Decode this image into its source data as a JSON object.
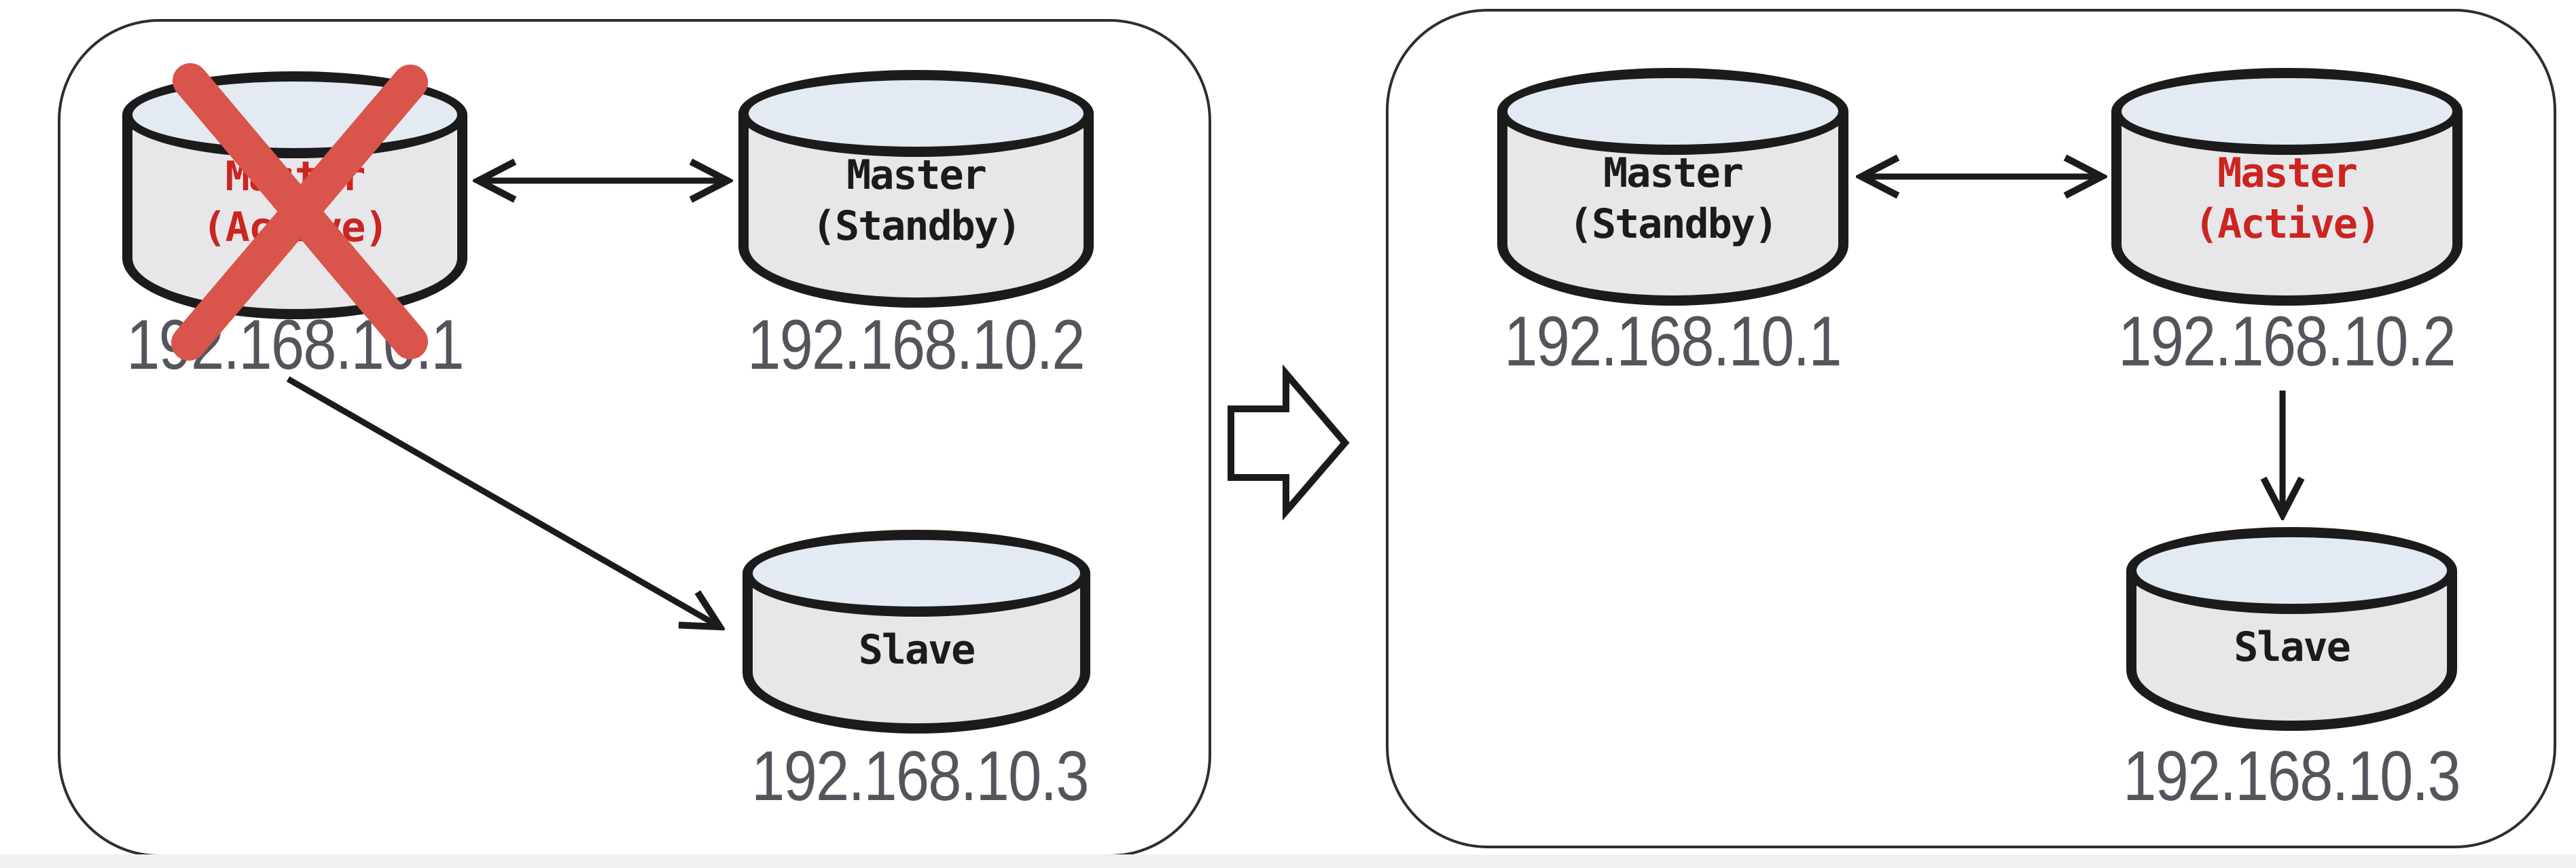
{
  "diagram": {
    "description_visible_text_only": "",
    "before": {
      "nodes": [
        {
          "label": "Master",
          "sublabel": "(Active)",
          "ip": "192.168.10.1",
          "status": "failed"
        },
        {
          "label": "Master",
          "sublabel": "(Standby)",
          "ip": "192.168.10.2",
          "status": "normal"
        },
        {
          "label": "Slave",
          "ip": "192.168.10.3",
          "status": "normal"
        }
      ]
    },
    "after": {
      "nodes": [
        {
          "label": "Master",
          "sublabel": "(Standby)",
          "ip": "192.168.10.1",
          "status": "normal"
        },
        {
          "label": "Master",
          "sublabel": "(Active)",
          "ip": "192.168.10.2",
          "status": "active"
        },
        {
          "label": "Slave",
          "ip": "192.168.10.3",
          "status": "normal"
        }
      ]
    },
    "icons": {
      "failed_node": "red-cross-icon",
      "transition": "block-arrow-right-icon",
      "replication_master_master": "double-headed-arrow-icon",
      "replication_master_slave": "single-headed-arrow-icon"
    }
  },
  "colors": {
    "ink": "#1b1b1b",
    "panel-border": "#2e2e2e",
    "cyl-body": "#e7e7e9",
    "cyl-top": "#e3eaf1",
    "red": "#cc2420",
    "cross": "#d9544a",
    "ip": "#53555c",
    "strip": "#f0f1f2",
    "bg": "#ffffff"
  }
}
